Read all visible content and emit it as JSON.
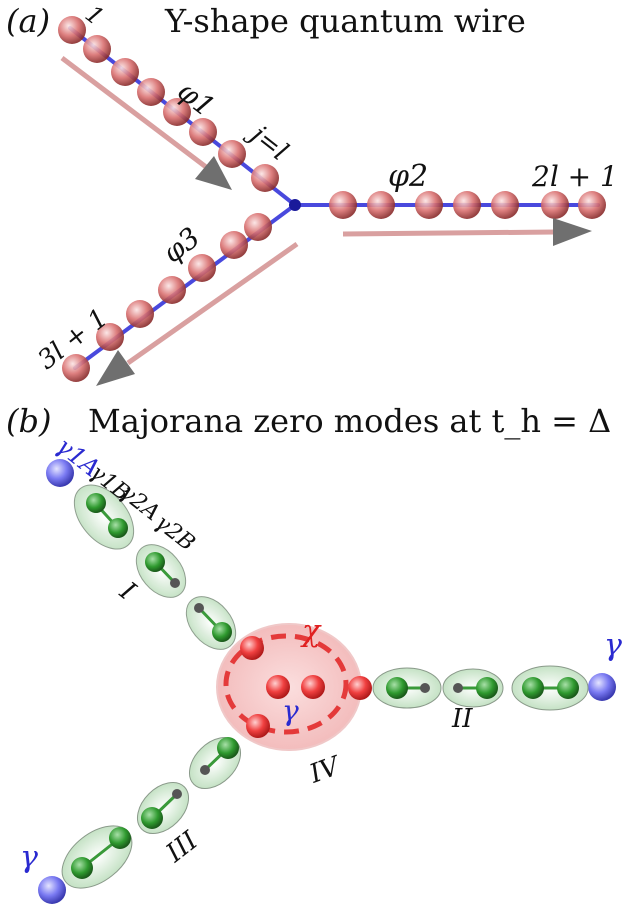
{
  "panel_a": {
    "tag": "(a)",
    "title": "Y-shape quantum wire",
    "site_first": "1",
    "phi1": "φ1",
    "phi2": "φ2",
    "phi3": "φ3",
    "junction_site": "j=l",
    "end_site_2": "2l + 1",
    "end_site_3": "3l + 1"
  },
  "panel_b": {
    "tag": "(b)",
    "title": "Majorana zero modes at t_h = Δ",
    "gamma_1A": "γ1A",
    "gamma_1B": "γ1B",
    "gamma_2A": "γ2A",
    "gamma_2B": "γ2B",
    "segment_I": "I",
    "segment_II": "II",
    "segment_III": "III",
    "segment_IV": "IV",
    "chi": "χ",
    "gamma_center": "γ",
    "gamma_right": "γ",
    "gamma_bottom": "γ"
  },
  "colors": {
    "site_red": "#d86a6a",
    "wire_blue": "#2a2ad8",
    "arrow_pink": "#d9a0a0",
    "arrow_gray": "#6f6f6f",
    "majorana_green": "#3a9a3a",
    "free_majorana_blue": "#6a6af0",
    "junction_red": "#e83a3a",
    "junction_pink": "#f4c4c4"
  }
}
